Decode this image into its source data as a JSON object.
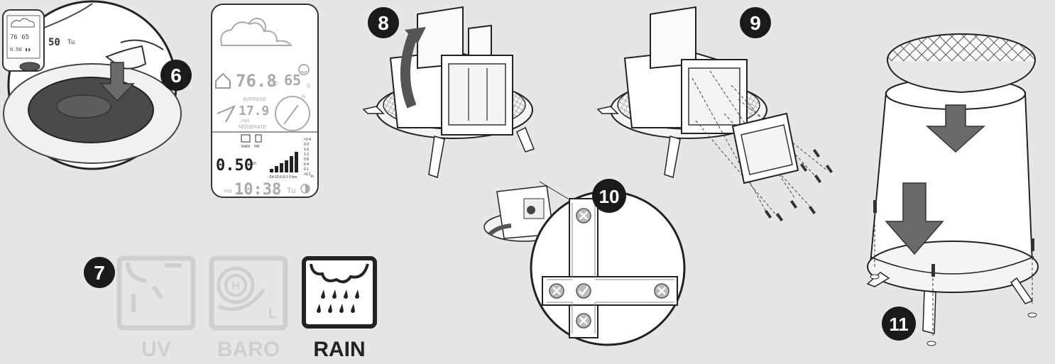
{
  "steps": {
    "s6": "6",
    "s7": "7",
    "s8": "8",
    "s9": "9",
    "s10": "10",
    "s11": "11"
  },
  "modes": [
    {
      "label": "UV",
      "active": false
    },
    {
      "label": "BARO",
      "active": false
    },
    {
      "label": "RAIN",
      "active": true
    }
  ],
  "baro_letters": {
    "h": "H",
    "l": "L"
  },
  "console": {
    "indoor_temp": "76.8",
    "temp_unit": "°F",
    "humidity": "65",
    "humidity_decimal": "0",
    "wind_label": "AVERAGE",
    "wind_speed": "17.9",
    "wind_unit": "mph",
    "wind_desc": "MODERATE",
    "compass_n": "N",
    "rain_icon_label": "RAIN",
    "hr_label": "HR",
    "rain_amount": "0.50",
    "rain_unit": "in",
    "scale": [
      ">2.4",
      "2.0",
      "1.6",
      "1.2",
      "0.8",
      "0.4",
      "0.1",
      "<0.1"
    ],
    "scale_unit": "in",
    "hours": "-24-12-6-3-1 0 hrs",
    "time": "10:38",
    "pm": "PM",
    "day": "Tu",
    "mini_time": "50",
    "mini_day": "Tu"
  },
  "colors": {
    "background": "#e6e6e6",
    "ink": "#222222",
    "faded": "#cfcfcf",
    "badge": "#1a1a1a"
  }
}
